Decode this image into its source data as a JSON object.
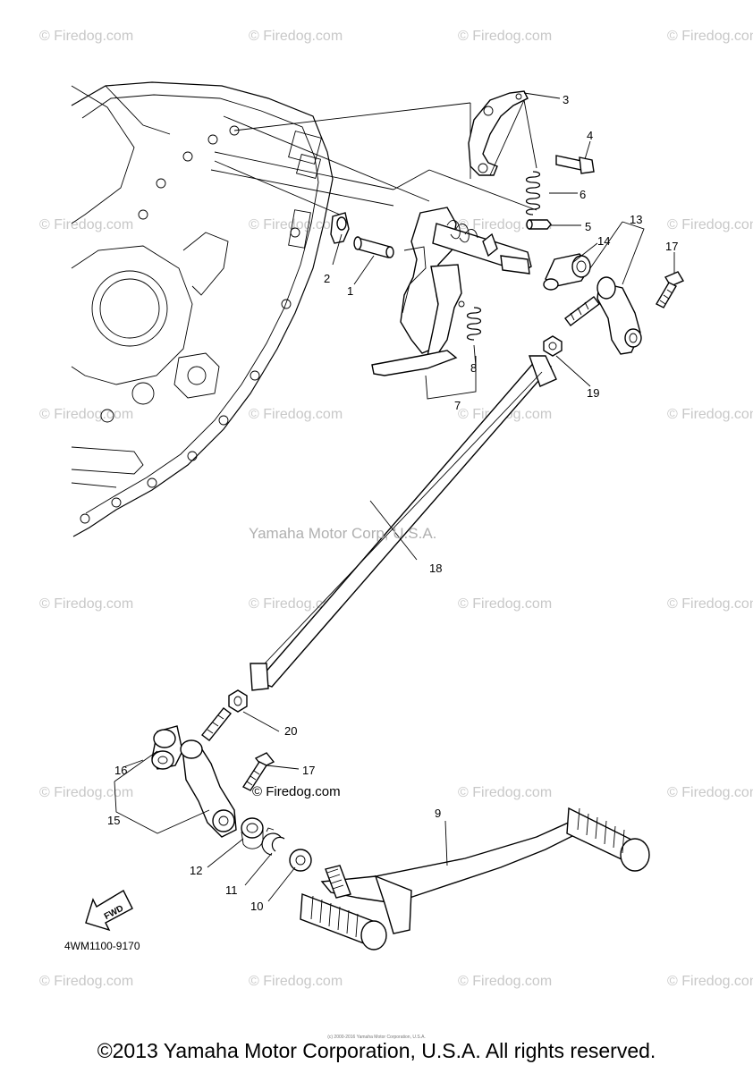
{
  "watermarks": [
    "© Firedog.com"
  ],
  "center_watermark": "Yamaha Motor Corp, U.S.A.",
  "inline_watermark": "© Firedog.com",
  "callouts": {
    "p1": "1",
    "p2": "2",
    "p3": "3",
    "p4": "4",
    "p5": "5",
    "p6": "6",
    "p7": "7",
    "p8": "8",
    "p9": "9",
    "p10": "10",
    "p11": "11",
    "p12": "12",
    "p13": "13",
    "p14": "14",
    "p15": "15",
    "p16": "16",
    "p17a": "17",
    "p17b": "17",
    "p18": "18",
    "p19": "19",
    "p20": "20"
  },
  "fwd_label": "FWD",
  "diagram_code": "4WM1100-9170",
  "small_print": "(c) 2000-2016 Yamaha Motor Corporation, U.S.A.",
  "copyright": "©2013 Yamaha Motor Corporation, U.S.A. All rights reserved."
}
